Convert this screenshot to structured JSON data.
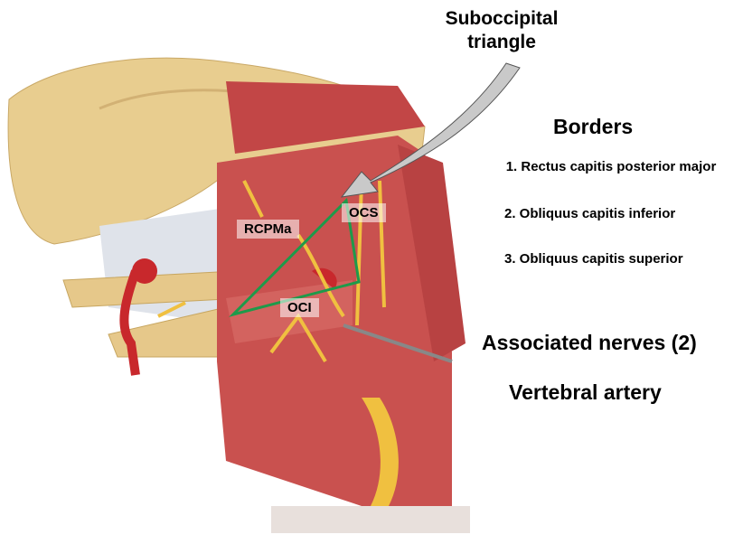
{
  "title": "Suboccipital triangle",
  "borders": {
    "heading": "Borders",
    "items": [
      "1. Rectus capitis posterior major",
      "2. Obliquus capitis inferior",
      "3. Obliquus capitis superior"
    ]
  },
  "associated_nerves": "Associated nerves (2)",
  "vertebral_artery": "Vertebral artery",
  "labels": {
    "rcpma": "RCPMa",
    "ocs": "OCS",
    "oci": "OCI"
  },
  "colors": {
    "triangle": "#1e9a4a",
    "muscle": "#c9514f",
    "bone": "#e6c88a",
    "nerve": "#f0c040",
    "artery": "#c8282c"
  }
}
